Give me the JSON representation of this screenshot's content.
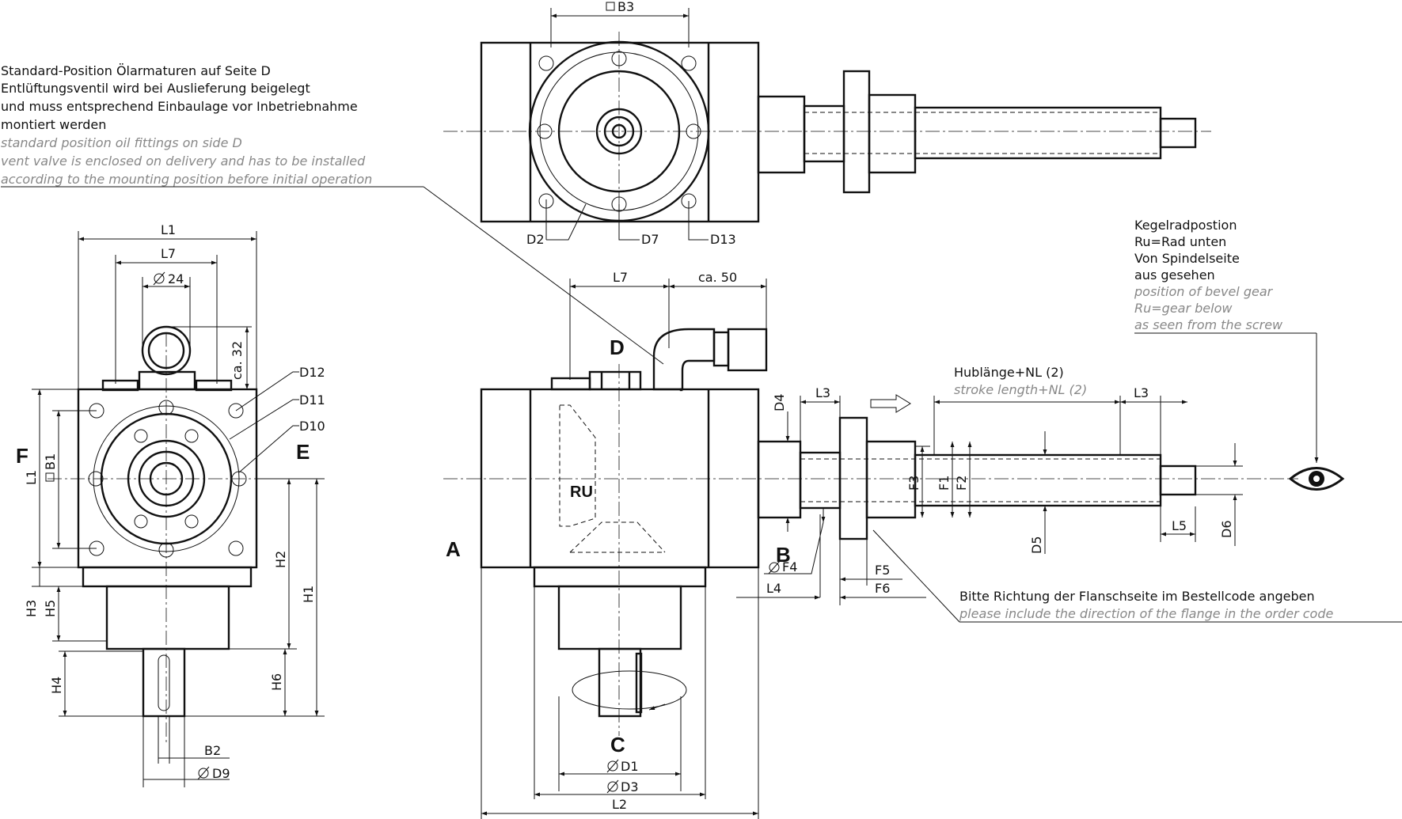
{
  "notes": {
    "top_de": [
      "Standard-Position Ölarmaturen auf Seite D",
      "Entlüftungsventil wird bei Auslieferung beigelegt",
      "und muss entsprechend Einbaulage vor Inbetriebnahme",
      "montiert werden"
    ],
    "top_en": [
      "standard position oil fittings on side D",
      "vent valve is enclosed on delivery and has to be installed",
      "according to the mounting position before initial operation"
    ],
    "bevel_de": [
      "Kegelradpostion",
      "Ru=Rad unten",
      "Von Spindelseite",
      "aus gesehen"
    ],
    "bevel_en": [
      "position of bevel gear",
      "Ru=gear below",
      "as seen from the screw"
    ],
    "stroke_de": "Hublänge+NL (2)",
    "stroke_en": "stroke length+NL (2)",
    "flange_de": "Bitte Richtung der Flanschseite im Bestellcode angeben",
    "flange_en": "please include the direction of the flange in the order code"
  },
  "sides": {
    "a": "A",
    "b": "B",
    "c": "C",
    "d": "D",
    "e": "E",
    "f": "F",
    "ru": "RU"
  },
  "dims": {
    "b3": "B3",
    "d2": "D2",
    "d7": "D7",
    "d13": "D13",
    "l1": "L1",
    "l7": "L7",
    "d24": "24",
    "ca32": "ca. 32",
    "d12": "D12",
    "d11": "D11",
    "d10": "D10",
    "b1": "B1",
    "h1": "H1",
    "h2": "H2",
    "h3": "H3",
    "h4": "H4",
    "h5": "H5",
    "h6": "H6",
    "b2": "B2",
    "d9": "D9",
    "l7b": "L7",
    "ca50": "ca. 50",
    "d4": "D4",
    "l3": "L3",
    "l3b": "L3",
    "f1": "F1",
    "f2": "F2",
    "f3": "F3",
    "d5": "D5",
    "d6": "D6",
    "l5": "L5",
    "f4": "F4",
    "l4": "L4",
    "f5": "F5",
    "f6": "F6",
    "d1": "D1",
    "d3": "D3",
    "l2": "L2"
  },
  "icons": {
    "eye": "eye-icon",
    "arrow": "direction-arrow-icon",
    "rotation": "rotation-arrow-icon"
  }
}
